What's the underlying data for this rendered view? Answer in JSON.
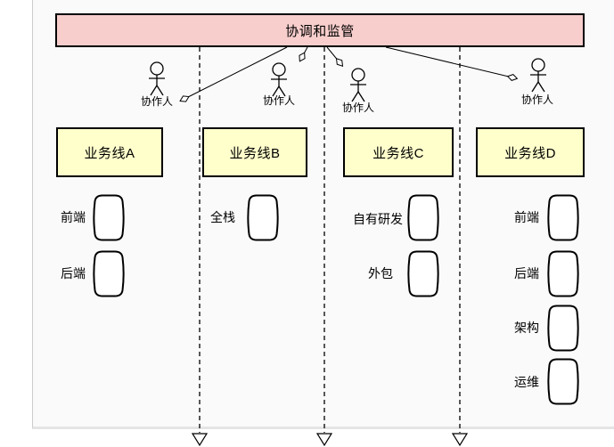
{
  "colors": {
    "title_fill": "#f8cecc",
    "business_fill": "#ffffcc",
    "stroke": "#000000",
    "canvas_bg": "#fafafa",
    "page_edge": "#e4e4e4"
  },
  "diagram": {
    "title": "协调和监管",
    "actors": [
      {
        "label": "协作人"
      },
      {
        "label": "协作人"
      },
      {
        "label": "协作人"
      },
      {
        "label": "协作人"
      }
    ],
    "business_lines": [
      {
        "name": "业务线A",
        "roles": [
          "前端",
          "后端"
        ]
      },
      {
        "name": "业务线B",
        "roles": [
          "全栈"
        ]
      },
      {
        "name": "业务线C",
        "roles": [
          "自有研发",
          "外包"
        ]
      },
      {
        "name": "业务线D",
        "roles": [
          "前端",
          "后端",
          "架构",
          "运维"
        ]
      }
    ]
  }
}
